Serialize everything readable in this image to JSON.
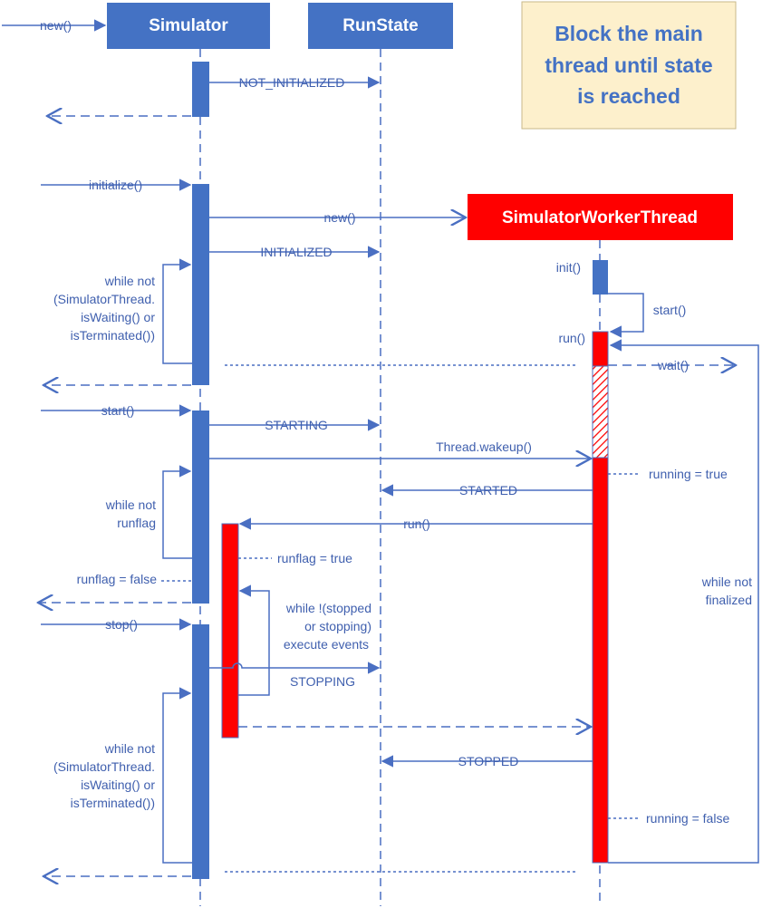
{
  "participants": {
    "simulator": "Simulator",
    "runstate": "RunState",
    "worker": "SimulatorWorkerThread"
  },
  "note": {
    "line1": "Block the main",
    "line2": "thread until state",
    "line3": "is reached"
  },
  "messages": {
    "new_sim": "new()",
    "not_initialized": "NOT_INITIALIZED",
    "initialize": "initialize()",
    "new_worker": "new()",
    "initialized": "INITIALIZED",
    "init": "init()",
    "start_worker": "start()",
    "run_worker": "run()",
    "wait": "wait()",
    "start_sim": "start()",
    "starting": "STARTING",
    "wakeup": "Thread.wakeup()",
    "running_true": "running = true",
    "started": "STARTED",
    "run_sim": "run()",
    "runflag_true": "runflag = true",
    "runflag_false": "runflag = false",
    "stop": "stop()",
    "stopping": "STOPPING",
    "stopped": "STOPPED",
    "running_false": "running = false"
  },
  "loops": {
    "wait1": [
      "while not",
      "(SimulatorThread.",
      "isWaiting() or",
      "isTerminated())"
    ],
    "runflag": [
      "while not",
      "runflag"
    ],
    "events": [
      "while !(stopped",
      "or stopping)",
      "execute events"
    ],
    "wait2": [
      "while not",
      "(SimulatorThread.",
      "isWaiting() or",
      "isTerminated())"
    ],
    "finalized": [
      "while not",
      "finalized"
    ]
  },
  "colors": {
    "accent": "#4472c4",
    "line": "#4a6fc2",
    "text": "#3f5fae",
    "active_red": "#ff0000",
    "note_bg": "#fdf0cc",
    "note_border": "#c9b98a"
  }
}
